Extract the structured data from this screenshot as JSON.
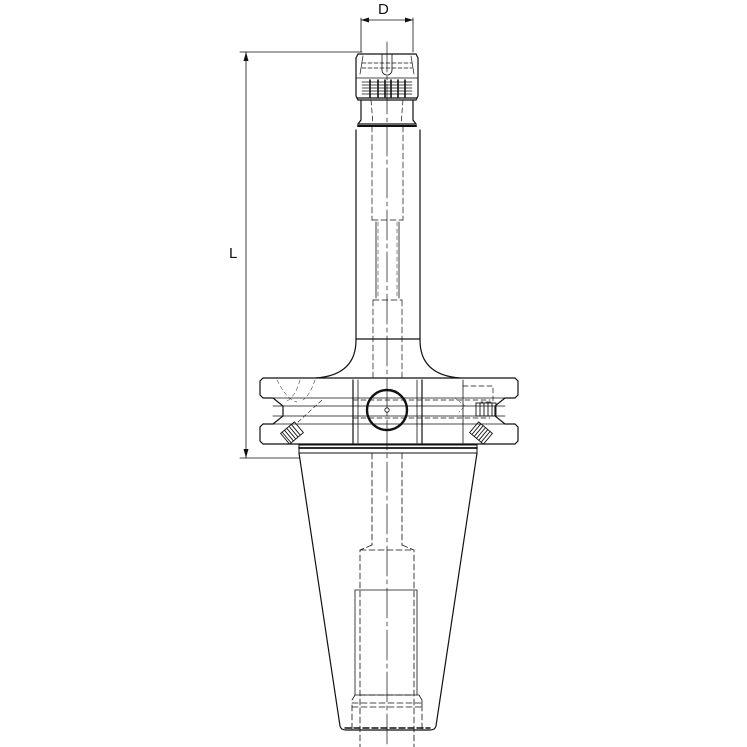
{
  "drawing": {
    "subject": "Tool holder with taper shank and collet nut",
    "background": "#ffffff",
    "line_color": "#111111",
    "dimensions": {
      "diameter_label": "D",
      "length_label": "L"
    },
    "parts": [
      "collet-nut",
      "extension-shank",
      "flange",
      "taper-shank",
      "centerline"
    ]
  }
}
